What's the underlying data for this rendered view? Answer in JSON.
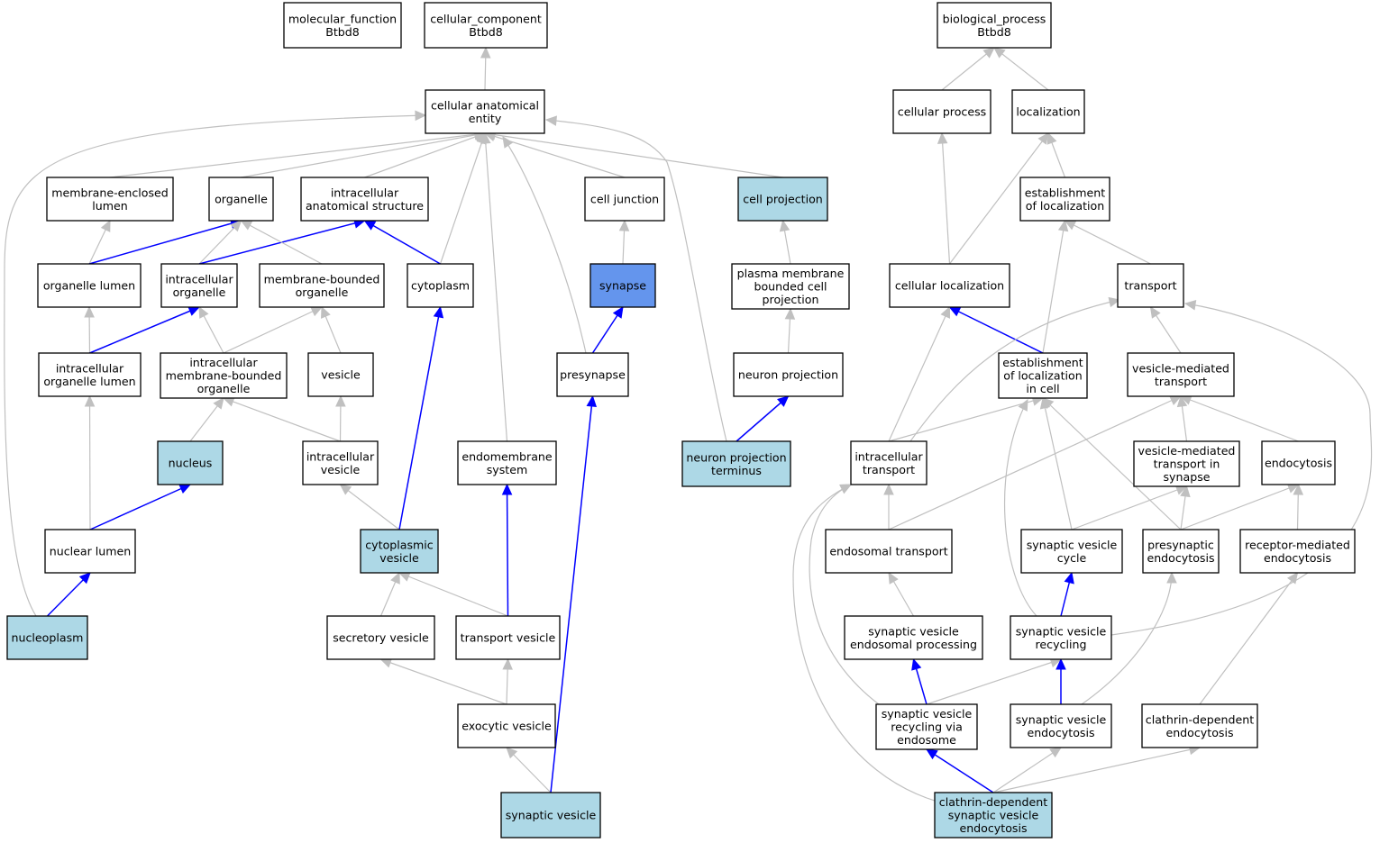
{
  "colors": {
    "default": "#ffffff",
    "annotated": "#add8e6",
    "focus": "#6495ed",
    "edge_isa": "#c0c0c0",
    "edge_partof": "#0000ff"
  },
  "nodes": {
    "mf": {
      "lines": [
        "molecular_function",
        "Btbd8"
      ],
      "fill": "default"
    },
    "cc": {
      "lines": [
        "cellular_component",
        "Btbd8"
      ],
      "fill": "default"
    },
    "bp": {
      "lines": [
        "biological_process",
        "Btbd8"
      ],
      "fill": "default"
    },
    "cae": {
      "lines": [
        "cellular anatomical",
        "entity"
      ],
      "fill": "default"
    },
    "mel": {
      "lines": [
        "membrane-enclosed",
        "lumen"
      ],
      "fill": "default"
    },
    "org": {
      "lines": [
        "organelle"
      ],
      "fill": "default"
    },
    "ias": {
      "lines": [
        "intracellular",
        "anatomical structure"
      ],
      "fill": "default"
    },
    "cj": {
      "lines": [
        "cell junction"
      ],
      "fill": "default"
    },
    "cp": {
      "lines": [
        "cell projection"
      ],
      "fill": "annotated"
    },
    "ol": {
      "lines": [
        "organelle lumen"
      ],
      "fill": "default"
    },
    "io": {
      "lines": [
        "intracellular",
        "organelle"
      ],
      "fill": "default"
    },
    "mbo": {
      "lines": [
        "membrane-bounded",
        "organelle"
      ],
      "fill": "default"
    },
    "cyto": {
      "lines": [
        "cytoplasm"
      ],
      "fill": "default"
    },
    "syn": {
      "lines": [
        "synapse"
      ],
      "fill": "focus"
    },
    "pmbcp": {
      "lines": [
        "plasma membrane",
        "bounded cell",
        "projection"
      ],
      "fill": "default"
    },
    "iol": {
      "lines": [
        "intracellular",
        "organelle lumen"
      ],
      "fill": "default"
    },
    "imbo": {
      "lines": [
        "intracellular",
        "membrane-bounded",
        "organelle"
      ],
      "fill": "default"
    },
    "ves": {
      "lines": [
        "vesicle"
      ],
      "fill": "default"
    },
    "presyn": {
      "lines": [
        "presynapse"
      ],
      "fill": "default"
    },
    "np": {
      "lines": [
        "neuron projection"
      ],
      "fill": "default"
    },
    "nuc": {
      "lines": [
        "nucleus"
      ],
      "fill": "annotated"
    },
    "iv": {
      "lines": [
        "intracellular",
        "vesicle"
      ],
      "fill": "default"
    },
    "ems": {
      "lines": [
        "endomembrane",
        "system"
      ],
      "fill": "default"
    },
    "npt": {
      "lines": [
        "neuron projection",
        "terminus"
      ],
      "fill": "annotated"
    },
    "nl": {
      "lines": [
        "nuclear lumen"
      ],
      "fill": "default"
    },
    "cv": {
      "lines": [
        "cytoplasmic",
        "vesicle"
      ],
      "fill": "annotated"
    },
    "nucp": {
      "lines": [
        "nucleoplasm"
      ],
      "fill": "annotated"
    },
    "sv": {
      "lines": [
        "secretory vesicle"
      ],
      "fill": "default"
    },
    "tv": {
      "lines": [
        "transport vesicle"
      ],
      "fill": "default"
    },
    "ev": {
      "lines": [
        "exocytic vesicle"
      ],
      "fill": "default"
    },
    "synv": {
      "lines": [
        "synaptic vesicle"
      ],
      "fill": "annotated"
    },
    "cproc": {
      "lines": [
        "cellular process"
      ],
      "fill": "default"
    },
    "loc": {
      "lines": [
        "localization"
      ],
      "fill": "default"
    },
    "eol": {
      "lines": [
        "establishment",
        "of localization"
      ],
      "fill": "default"
    },
    "cl": {
      "lines": [
        "cellular localization"
      ],
      "fill": "default"
    },
    "tr": {
      "lines": [
        "transport"
      ],
      "fill": "default"
    },
    "eolc": {
      "lines": [
        "establishment",
        "of localization",
        "in cell"
      ],
      "fill": "default"
    },
    "vmt": {
      "lines": [
        "vesicle-mediated",
        "transport"
      ],
      "fill": "default"
    },
    "it": {
      "lines": [
        "intracellular",
        "transport"
      ],
      "fill": "default"
    },
    "vmts": {
      "lines": [
        "vesicle-mediated",
        "transport in",
        "synapse"
      ],
      "fill": "default"
    },
    "endo": {
      "lines": [
        "endocytosis"
      ],
      "fill": "default"
    },
    "et": {
      "lines": [
        "endosomal transport"
      ],
      "fill": "default"
    },
    "svc": {
      "lines": [
        "synaptic vesicle",
        "cycle"
      ],
      "fill": "default"
    },
    "pe": {
      "lines": [
        "presynaptic",
        "endocytosis"
      ],
      "fill": "default"
    },
    "rme": {
      "lines": [
        "receptor-mediated",
        "endocytosis"
      ],
      "fill": "default"
    },
    "svep": {
      "lines": [
        "synaptic vesicle",
        "endosomal processing"
      ],
      "fill": "default"
    },
    "svr": {
      "lines": [
        "synaptic vesicle",
        "recycling"
      ],
      "fill": "default"
    },
    "svrve": {
      "lines": [
        "synaptic vesicle",
        "recycling via",
        "endosome"
      ],
      "fill": "default"
    },
    "sve": {
      "lines": [
        "synaptic vesicle",
        "endocytosis"
      ],
      "fill": "default"
    },
    "cde": {
      "lines": [
        "clathrin-dependent",
        "endocytosis"
      ],
      "fill": "default"
    },
    "cdsve": {
      "lines": [
        "clathrin-dependent",
        "synaptic vesicle",
        "endocytosis"
      ],
      "fill": "annotated"
    }
  },
  "edges": [
    {
      "from": "cae",
      "to": "cc",
      "type": "isa"
    },
    {
      "from": "mel",
      "to": "cae",
      "type": "isa"
    },
    {
      "from": "org",
      "to": "cae",
      "type": "isa"
    },
    {
      "from": "ias",
      "to": "cae",
      "type": "isa"
    },
    {
      "from": "cj",
      "to": "cae",
      "type": "isa"
    },
    {
      "from": "cp",
      "to": "cae",
      "type": "isa"
    },
    {
      "from": "cyto",
      "to": "cae",
      "type": "isa"
    },
    {
      "from": "ems",
      "to": "cae",
      "type": "isa"
    },
    {
      "from": "presyn",
      "to": "cae",
      "type": "isa"
    },
    {
      "from": "npt",
      "to": "cae",
      "type": "isa"
    },
    {
      "from": "nucp",
      "to": "cae",
      "type": "isa"
    },
    {
      "from": "ol",
      "to": "mel",
      "type": "isa"
    },
    {
      "from": "ol",
      "to": "org",
      "type": "partof"
    },
    {
      "from": "io",
      "to": "org",
      "type": "isa"
    },
    {
      "from": "io",
      "to": "ias",
      "type": "partof"
    },
    {
      "from": "mbo",
      "to": "org",
      "type": "isa"
    },
    {
      "from": "cyto",
      "to": "ias",
      "type": "partof"
    },
    {
      "from": "syn",
      "to": "cj",
      "type": "isa"
    },
    {
      "from": "pmbcp",
      "to": "cp",
      "type": "isa"
    },
    {
      "from": "iol",
      "to": "ol",
      "type": "isa"
    },
    {
      "from": "iol",
      "to": "io",
      "type": "partof"
    },
    {
      "from": "imbo",
      "to": "io",
      "type": "isa"
    },
    {
      "from": "imbo",
      "to": "mbo",
      "type": "isa"
    },
    {
      "from": "ves",
      "to": "mbo",
      "type": "isa"
    },
    {
      "from": "presyn",
      "to": "syn",
      "type": "partof"
    },
    {
      "from": "np",
      "to": "pmbcp",
      "type": "isa"
    },
    {
      "from": "nuc",
      "to": "imbo",
      "type": "isa"
    },
    {
      "from": "iv",
      "to": "imbo",
      "type": "isa"
    },
    {
      "from": "iv",
      "to": "ves",
      "type": "isa"
    },
    {
      "from": "npt",
      "to": "np",
      "type": "partof"
    },
    {
      "from": "nl",
      "to": "iol",
      "type": "isa"
    },
    {
      "from": "nl",
      "to": "nuc",
      "type": "partof"
    },
    {
      "from": "cv",
      "to": "iv",
      "type": "isa"
    },
    {
      "from": "cv",
      "to": "cyto",
      "type": "partof"
    },
    {
      "from": "nucp",
      "to": "nl",
      "type": "partof"
    },
    {
      "from": "sv",
      "to": "cv",
      "type": "isa"
    },
    {
      "from": "tv",
      "to": "cv",
      "type": "isa"
    },
    {
      "from": "tv",
      "to": "ems",
      "type": "partof"
    },
    {
      "from": "ev",
      "to": "sv",
      "type": "isa"
    },
    {
      "from": "ev",
      "to": "tv",
      "type": "isa"
    },
    {
      "from": "synv",
      "to": "ev",
      "type": "isa"
    },
    {
      "from": "synv",
      "to": "presyn",
      "type": "partof"
    },
    {
      "from": "cproc",
      "to": "bp",
      "type": "isa"
    },
    {
      "from": "loc",
      "to": "bp",
      "type": "isa"
    },
    {
      "from": "eol",
      "to": "loc",
      "type": "isa"
    },
    {
      "from": "cl",
      "to": "cproc",
      "type": "isa"
    },
    {
      "from": "cl",
      "to": "loc",
      "type": "isa"
    },
    {
      "from": "tr",
      "to": "eol",
      "type": "isa"
    },
    {
      "from": "eolc",
      "to": "eol",
      "type": "isa"
    },
    {
      "from": "eolc",
      "to": "cl",
      "type": "partof"
    },
    {
      "from": "vmt",
      "to": "tr",
      "type": "isa"
    },
    {
      "from": "it",
      "to": "tr",
      "type": "isa"
    },
    {
      "from": "it",
      "to": "cl",
      "type": "isa"
    },
    {
      "from": "it",
      "to": "eolc",
      "type": "isa"
    },
    {
      "from": "vmts",
      "to": "vmt",
      "type": "isa"
    },
    {
      "from": "endo",
      "to": "vmt",
      "type": "isa"
    },
    {
      "from": "et",
      "to": "it",
      "type": "isa"
    },
    {
      "from": "et",
      "to": "vmt",
      "type": "isa"
    },
    {
      "from": "svc",
      "to": "vmts",
      "type": "isa"
    },
    {
      "from": "svc",
      "to": "eolc",
      "type": "isa"
    },
    {
      "from": "pe",
      "to": "vmts",
      "type": "isa"
    },
    {
      "from": "pe",
      "to": "endo",
      "type": "isa"
    },
    {
      "from": "pe",
      "to": "eolc",
      "type": "isa"
    },
    {
      "from": "rme",
      "to": "endo",
      "type": "isa"
    },
    {
      "from": "svep",
      "to": "et",
      "type": "isa"
    },
    {
      "from": "svr",
      "to": "svc",
      "type": "partof"
    },
    {
      "from": "svr",
      "to": "tr",
      "type": "isa"
    },
    {
      "from": "svr",
      "to": "eolc",
      "type": "isa"
    },
    {
      "from": "svrve",
      "to": "svep",
      "type": "partof"
    },
    {
      "from": "svrve",
      "to": "svr",
      "type": "isa"
    },
    {
      "from": "svrve",
      "to": "it",
      "type": "isa"
    },
    {
      "from": "sve",
      "to": "svr",
      "type": "partof"
    },
    {
      "from": "sve",
      "to": "pe",
      "type": "isa"
    },
    {
      "from": "cde",
      "to": "rme",
      "type": "isa"
    },
    {
      "from": "cdsve",
      "to": "svrve",
      "type": "partof"
    },
    {
      "from": "cdsve",
      "to": "sve",
      "type": "isa"
    },
    {
      "from": "cdsve",
      "to": "cde",
      "type": "isa"
    },
    {
      "from": "cdsve",
      "to": "it",
      "type": "isa"
    }
  ]
}
